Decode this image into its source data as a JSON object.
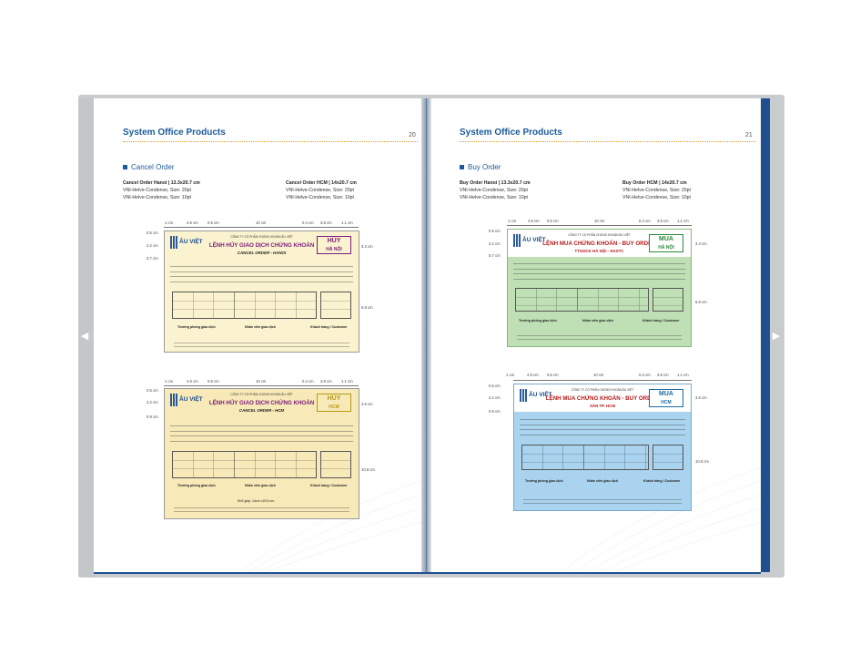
{
  "book": {
    "left_page": {
      "title": "System Office Products",
      "page_number": "20",
      "section": "Cancel Order",
      "spec_left": {
        "title": "Cancel Order Hanoi | 13.3x20.7 cm",
        "line1": "VNI-Helve-Condense, Size: 20pt",
        "line2": "VNI-Helve-Condense, Size: 10pt"
      },
      "spec_right": {
        "title": "Cancel Order HCM | 14x20.7 cm",
        "line1": "VNI-Helve-Condense, Size: 20pt",
        "line2": "VNI-Helve-Condense, Size: 10pt"
      }
    },
    "right_page": {
      "title": "System Office Products",
      "page_number": "21",
      "section": "Buy Order",
      "spec_left": {
        "title": "Buy Order Hanoi | 13.3x20.7 cm",
        "line1": "VNI-Helve-Condense, Size: 20pt",
        "line2": "VNI-Helve-Condense, Size: 10pt"
      },
      "spec_right": {
        "title": "Buy Order HCM | 14x20.7 cm",
        "line1": "VNI-Helve-Condense, Size: 20pt",
        "line2": "VNI-Helve-Condense, Size: 10pt"
      }
    }
  },
  "dims": {
    "top": [
      "1 cm",
      "4.9 cm",
      "0.5 cm",
      "10 cm",
      "0.4 cm",
      "3.8 cm",
      "1.1 cm"
    ],
    "top_cancel_hcm": [
      "1 cm",
      "4.9 cm",
      "0.5 cm",
      "10 cm",
      "0.4 cm",
      "3.8 cm",
      "1.1 cm"
    ],
    "cancel_hanoi_left": [
      "0.5 cm",
      "2.2 cm",
      "0.7 cm"
    ],
    "cancel_hanoi_right": [
      "3.4 cm",
      "6.8 cm"
    ],
    "cancel_hcm_left": [
      "0.5 cm",
      "2.2 cm",
      "0.9 cm"
    ],
    "cancel_hcm_right": [
      "3.6 cm",
      "10.6 cm"
    ],
    "buy_hanoi_left": [
      "0.5 cm",
      "2.2 cm",
      "0.7 cm"
    ],
    "buy_hanoi_right": [
      "3.4 cm",
      "6.8 cm"
    ],
    "buy_hcm_left": [
      "0.5 cm",
      "2.2 cm",
      "0.9 cm"
    ],
    "buy_hcm_right": [
      "3.6 cm",
      "10.6 cm"
    ]
  },
  "forms": {
    "cancel_hanoi": {
      "logo": "ÂU VIỆT",
      "company": "CÔNG TY CỔ PHẦN CHỨNG KHOÁN ÂU VIỆT",
      "title": "LỆNH HỦY GIAO DỊCH CHỨNG KHOÁN",
      "subtitle": "CANCEL ORDER - HANOI",
      "stamp_a": "HỦY",
      "stamp_b": "HÀ NỘI",
      "sig_left": "Trưởng phòng giao dịch",
      "sig_mid": "Nhân viên giao dịch",
      "sig_right": "Khách hàng / Customer",
      "color": "#fbf3cf"
    },
    "cancel_hcm": {
      "logo": "ÂU VIỆT",
      "company": "CÔNG TY CỔ PHẦN CHỨNG KHOÁN ÂU VIỆT",
      "title": "LỆNH HỦY GIAO DỊCH CHỨNG KHOÁN",
      "subtitle": "CANCEL ORDER - HCM",
      "stamp_a": "HỦY",
      "stamp_b": "HCM",
      "sig_left": "Trưởng phòng giao dịch",
      "sig_mid": "Nhân viên giao dịch",
      "sig_right": "Khách hàng / Customer",
      "footer": "Khổ giấy: 14cm x20.5 cm",
      "color": "#f7e9b8"
    },
    "buy_hanoi": {
      "logo": "ÂU VIỆT",
      "company": "CÔNG TY CỔ PHẦN CHỨNG KHOÁN ÂU VIỆT",
      "title": "LỆNH MUA CHỨNG KHOÁN - BUY ORDER",
      "subtitle": "TTGDCK HÀ NỘI - HASTC",
      "stamp_a": "MUA",
      "stamp_b": "HÀ NỘI",
      "sig_left": "Trưởng phòng giao dịch",
      "sig_mid": "Nhân viên giao dịch",
      "sig_right": "Khách hàng / Customer",
      "color": "#bfe0b4"
    },
    "buy_hcm": {
      "logo": "ÂU VIỆT",
      "company": "CÔNG TY CỔ PHẦN CHỨNG KHOÁN ÂU VIỆT",
      "title": "LỆNH MUA CHỨNG KHOÁN - BUY ORDER",
      "subtitle": "SÀN TP. HCM",
      "stamp_a": "MUA",
      "stamp_b": "HCM",
      "sig_left": "Trưởng phòng giao dịch",
      "sig_mid": "Nhân viên giao dịch",
      "sig_right": "Khách hàng / Customer",
      "color": "#a9d3ee"
    }
  },
  "nav": {
    "prev_icon": "chevron-left-icon",
    "next_icon": "chevron-right-icon"
  },
  "colors": {
    "accent": "#1a5a9a",
    "rule": "#e09a2a",
    "cover": "#1f4f8f"
  }
}
